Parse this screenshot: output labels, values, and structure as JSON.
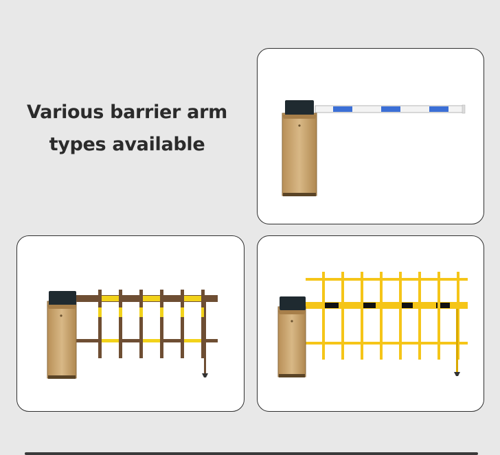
{
  "headline": {
    "line1": "Various barrier arm",
    "line2": "types available"
  },
  "colors": {
    "page_background": "#e8e8e8",
    "card_background": "#ffffff",
    "cabinet_gold": "#c9a56e",
    "cabinet_display": "#1f2a30",
    "straight_arm_white": "#f2f2f2",
    "straight_arm_stripe_blue": "#3b6fd6",
    "fence_brown": "#6e4e33",
    "fence_reflector_yellow": "#f2d21a",
    "fence_yellow": "#f5c518",
    "fence_black_band": "#111111"
  },
  "cards": [
    {
      "name": "straight-boom-barrier",
      "arm_type": "straight arm"
    },
    {
      "name": "brown-fence-barrier",
      "arm_type": "fence arm"
    },
    {
      "name": "yellow-fence-barrier",
      "arm_type": "double fence arm"
    }
  ]
}
